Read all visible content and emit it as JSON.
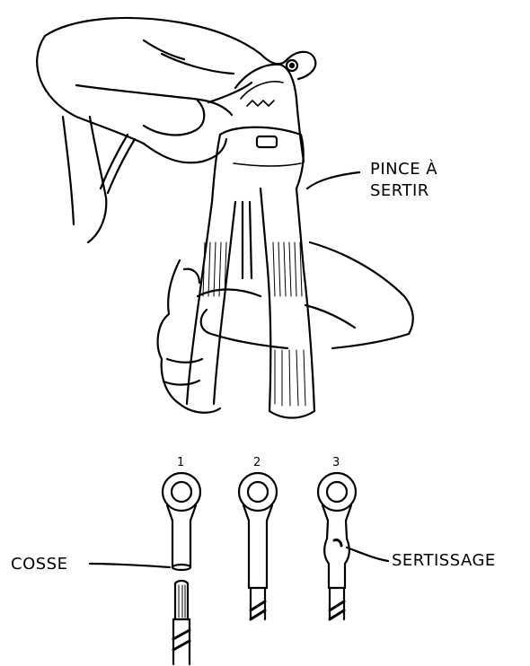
{
  "labels": {
    "pince_line1": "PINCE À",
    "pince_line2": "SERTIR",
    "cosse": "COSSE",
    "sertissage": "SERTISSAGE"
  },
  "steps": [
    "1",
    "2",
    "3"
  ],
  "colors": {
    "ink": "#000000",
    "paper": "#ffffff"
  }
}
